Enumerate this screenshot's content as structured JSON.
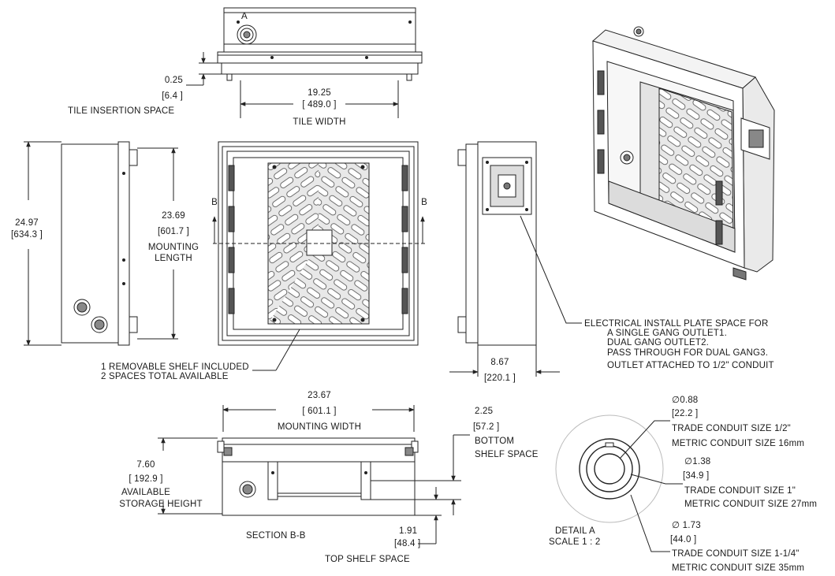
{
  "top_view": {
    "detail_marker": "A",
    "tile_gap_value": "0.25",
    "tile_gap_metric": "[6.4 ]",
    "tile_gap_label": "TILE INSERTION SPACE",
    "tile_width_value": "19.25",
    "tile_width_metric": "[ 489.0 ]",
    "tile_width_label": "TILE WIDTH"
  },
  "side_view": {
    "height_value": "24.97",
    "height_metric": "[634.3 ]"
  },
  "front_view": {
    "section_marker_left": "B",
    "section_marker_right": "B",
    "length_value": "23.69",
    "length_metric": "[601.7 ]",
    "length_label_1": "MOUNTING",
    "length_label_2": "LENGTH",
    "shelf_note_1": "1 REMOVABLE SHELF INCLUDED",
    "shelf_note_2": "2 SPACES TOTAL AVAILABLE"
  },
  "right_view": {
    "depth_value": "8.67",
    "depth_metric": "[220.1 ]",
    "plate_note": [
      "ELECTRICAL INSTALL PLATE SPACE FOR",
      "A SINGLE GANG OUTLET1.",
      "DUAL GANG OUTLET2.",
      "PASS THROUGH FOR DUAL GANG3.",
      "OUTLET ATTACHED TO 1/2\" CONDUIT"
    ]
  },
  "section_view": {
    "width_value": "23.67",
    "width_metric": "[ 601.1 ]",
    "width_label": "MOUNTING WIDTH",
    "storage_value": "7.60",
    "storage_metric": "[ 192.9 ]",
    "storage_label_1": "AVAILABLE",
    "storage_label_2": "STORAGE HEIGHT",
    "bottom_shelf_value": "2.25",
    "bottom_shelf_metric": "[57.2 ]",
    "bottom_shelf_label_1": "BOTTOM",
    "bottom_shelf_label_2": "SHELF SPACE",
    "top_shelf_value": "1.91",
    "top_shelf_metric": "[48.4 ]",
    "top_shelf_label": "TOP SHELF SPACE",
    "section_title": "SECTION B-B"
  },
  "detail_a": {
    "title": "DETAIL A",
    "scale": "SCALE 1 : 2",
    "conduit_1_dia": "∅0.88",
    "conduit_1_metric": "[22.2 ]",
    "conduit_1_trade": "TRADE CONDUIT SIZE 1/2\"",
    "conduit_1_metric_size": "METRIC CONDUIT SIZE 16mm",
    "conduit_2_dia": "∅1.38",
    "conduit_2_metric": "[34.9 ]",
    "conduit_2_trade": "TRADE CONDUIT SIZE 1\"",
    "conduit_2_metric_size": "METRIC CONDUIT SIZE 27mm",
    "conduit_3_dia": "∅ 1.73",
    "conduit_3_metric": "[44.0 ]",
    "conduit_3_trade": "TRADE CONDUIT SIZE 1-1/4\"",
    "conduit_3_metric_size": "METRIC CONDUIT SIZE 35mm"
  }
}
